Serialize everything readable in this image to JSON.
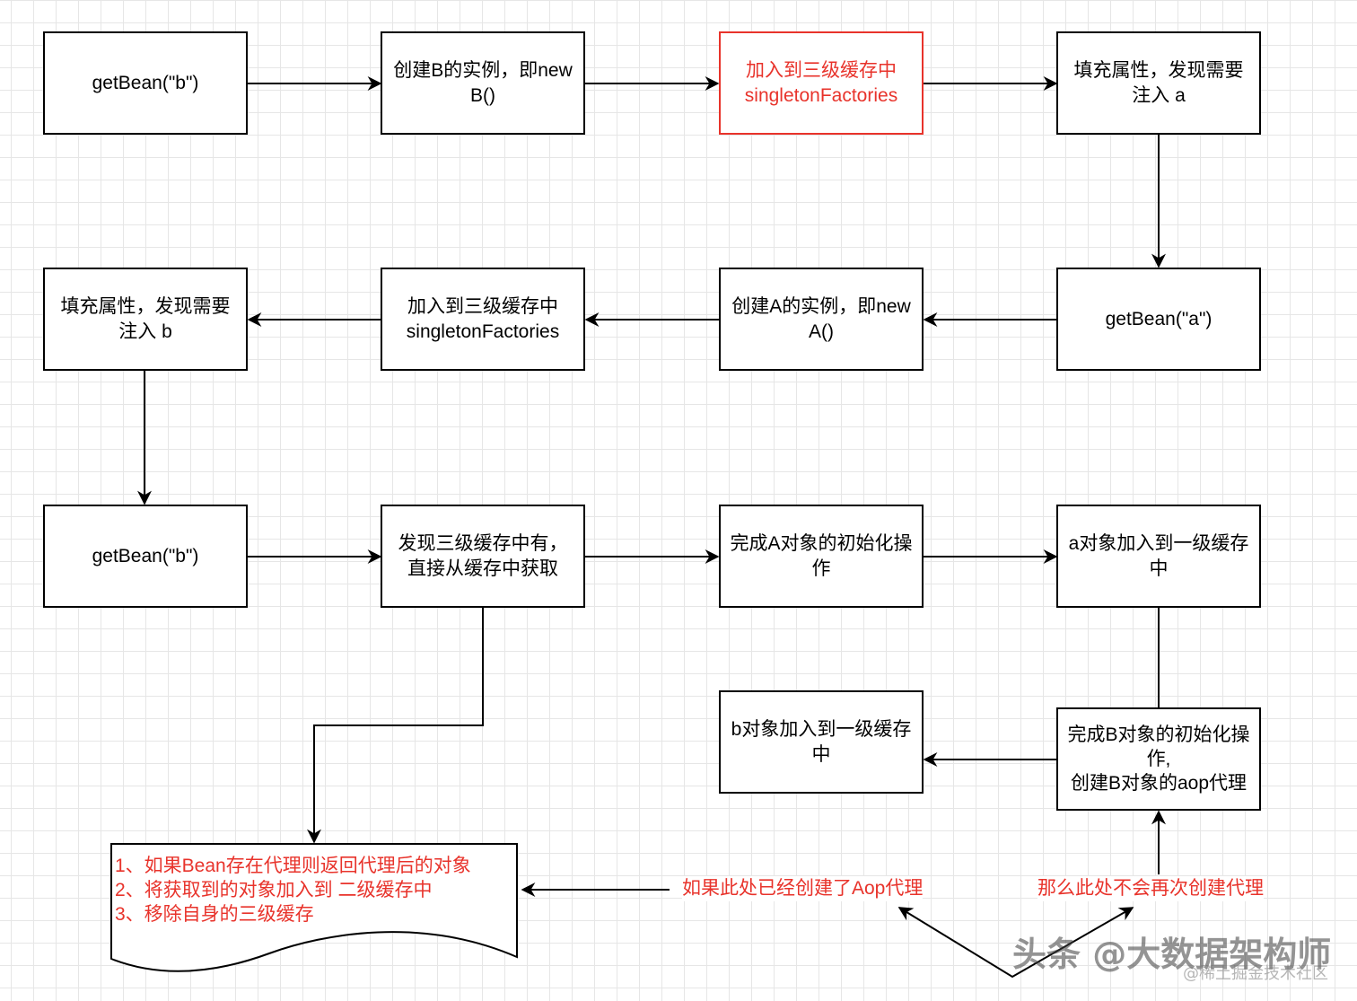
{
  "colors": {
    "accent_red": "#e8332b",
    "line": "#000000",
    "grid": "#e6e6e6"
  },
  "nodes": {
    "n1": "getBean(\"b\")",
    "n2": "创建B的实例，即new\nB()",
    "n3": "加入到三级缓存中\nsingletonFactories",
    "n4": "填充属性，发现需要\n注入 a",
    "n5": "getBean(\"a\")",
    "n6": "创建A的实例，即new\nA()",
    "n7": "加入到三级缓存中\nsingletonFactories",
    "n8": "填充属性，发现需要\n注入 b",
    "n9": "getBean(\"b\")",
    "n10": "发现三级缓存中有，\n直接从缓存中获取",
    "n11": "完成A对象的初始化操\n作",
    "n12": "a对象加入到一级缓存\n中",
    "n13": "完成B对象的初始化操\n作,\n创建B对象的aop代理",
    "n14": "b对象加入到一级缓存\n中"
  },
  "note": {
    "lines": [
      "1、如果Bean存在代理则返回代理后的对象",
      "2、将获取到的对象加入到 二级缓存中",
      "3、移除自身的三级缓存"
    ]
  },
  "labels": {
    "aop_created": "如果此处已经创建了Aop代理",
    "no_recreate": "那么此处不会再次创建代理"
  },
  "watermark": {
    "main": "头条 @大数据架构师",
    "sub": "@稀土掘金技术社区"
  }
}
